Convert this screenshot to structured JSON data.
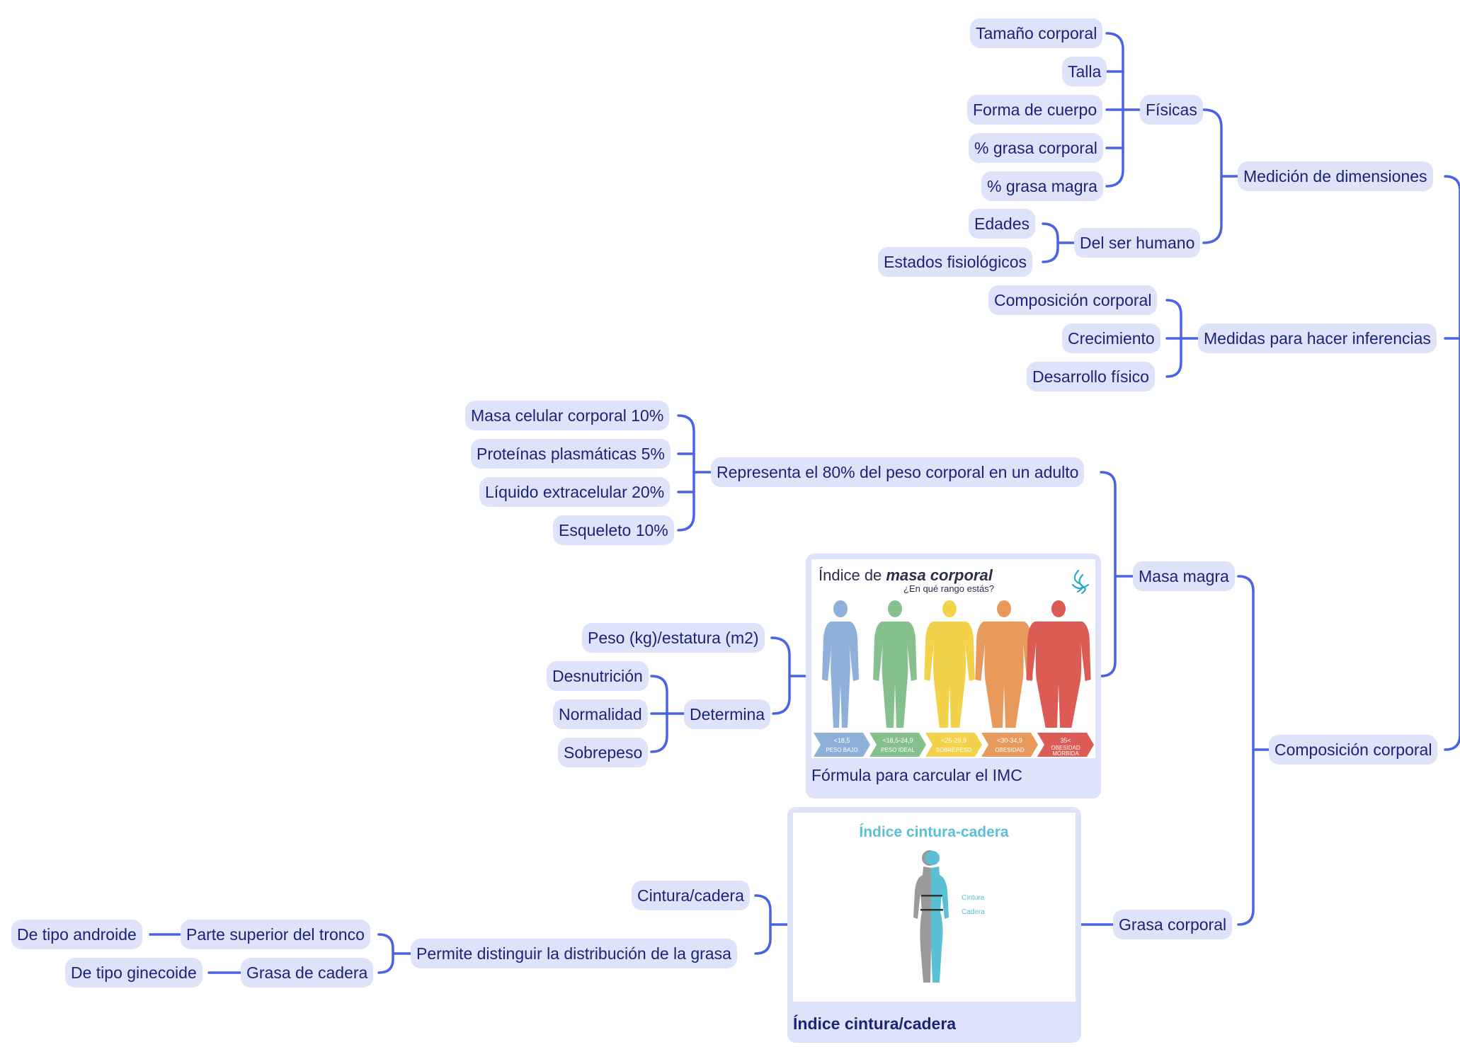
{
  "mindmap": {
    "nodes": {
      "tamano": "Tamaño corporal",
      "talla": "Talla",
      "forma": "Forma de cuerpo",
      "grasa_corporal_pct": "% grasa corporal",
      "grasa_magra_pct": "% grasa magra",
      "fisicas": "Físicas",
      "edades": "Edades",
      "estados": "Estados fisiológicos",
      "del_ser_humano": "Del ser humano",
      "medicion": "Medición de dimensiones",
      "composicion_corporal_sub": "Composición corporal",
      "crecimiento": "Crecimiento",
      "desarrollo": "Desarrollo físico",
      "medidas": "Medidas para hacer inferencias",
      "masa_celular": "Masa celular corporal 10%",
      "proteinas": "Proteínas plasmáticas 5%",
      "liquido": "Líquido extracelular 20%",
      "esqueleto": "Esqueleto 10%",
      "representa": "Representa el 80% del peso corporal en un adulto",
      "masa_magra": "Masa magra",
      "peso_estatura": "Peso (kg)/estatura (m2)",
      "desnutricion": "Desnutrición",
      "normalidad": "Normalidad",
      "sobrepeso": "Sobrepeso",
      "determina": "Determina",
      "composicion_corporal_main": "Composición corporal",
      "cintura_cadera": "Cintura/cadera",
      "de_tipo_androide": "De tipo androide",
      "parte_superior": "Parte superior del tronco",
      "de_tipo_ginecoide": "De tipo ginecoide",
      "grasa_de_cadera": "Grasa de cadera",
      "permite": "Permite distinguir la distribución de la grasa",
      "grasa_corporal": "Grasa corporal"
    },
    "imc_card": {
      "caption": "Fórmula para carcular el IMC",
      "infographic": {
        "title_prefix": "Índice de ",
        "title_emphasis": "masa corporal",
        "subtitle": "¿En qué rango estás?",
        "ranges": [
          {
            "value": "<18,5",
            "label": "PESO BAJO",
            "color": "#8fb0d8"
          },
          {
            "value": "<18,5-24,9",
            "label": "PESO IDEAL",
            "color": "#86c08e"
          },
          {
            "value": "<25-29,9",
            "label": "SOBREPESO",
            "color": "#f2d24a"
          },
          {
            "value": "<30-34,9",
            "label": "OBESIDAD",
            "color": "#e89a5c"
          },
          {
            "value": "35<",
            "label": "OBESIDAD",
            "label2": "MÓRBIDA",
            "color": "#dc5b55"
          }
        ]
      }
    },
    "icc_card": {
      "caption": "Índice cintura/cadera",
      "infographic": {
        "title": "Índice cintura-cadera",
        "label_cintura": "Cintura",
        "label_cadera": "Cadera"
      }
    },
    "colors": {
      "node_fill": "#dfe3fa",
      "node_text": "#1b2478",
      "connector": "#4a63e6",
      "icc_accent": "#5bbfd6"
    }
  }
}
